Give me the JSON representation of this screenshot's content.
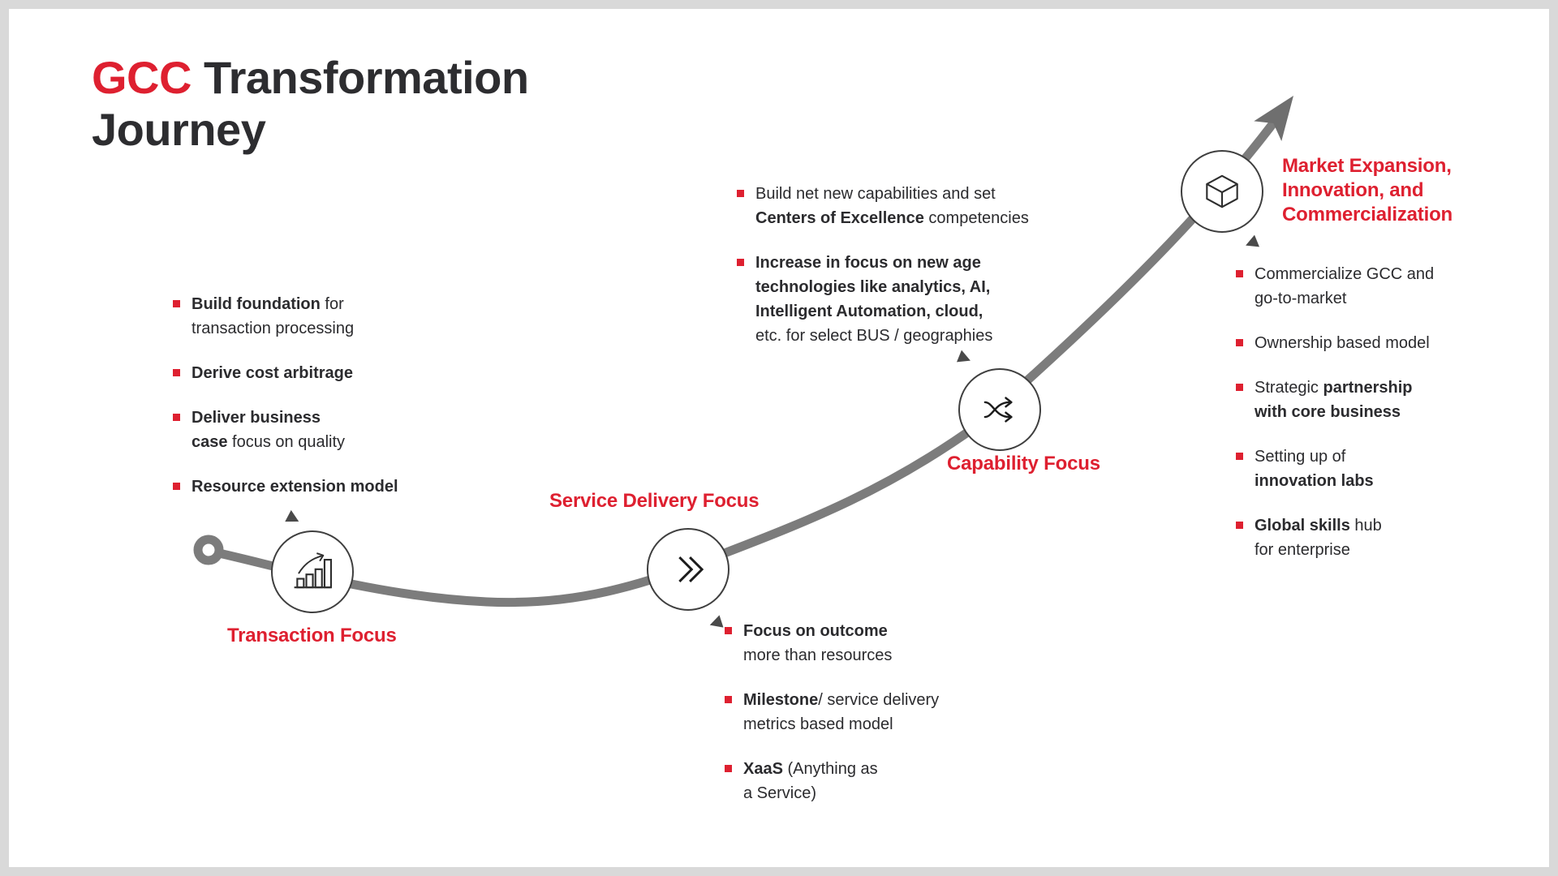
{
  "colors": {
    "accent_red": "#de2030",
    "text_dark": "#2b2b2e",
    "curve_gray": "#7c7c7c",
    "pointer_gray": "#4a4a4a",
    "frame_gray": "#d9d9d9",
    "canvas_white": "#ffffff"
  },
  "title": {
    "accent": "GCC",
    "rest": "Transformation",
    "line2": "Journey"
  },
  "stages": [
    {
      "key": "transaction-focus",
      "label": "Transaction Focus",
      "icon": "growth-bar-chart-icon",
      "bullets": [
        [
          [
            {
              "t": "Build foundation",
              "b": true
            },
            {
              "t": " for"
            }
          ],
          [
            {
              "t": "transaction processing"
            }
          ]
        ],
        [
          [
            {
              "t": "Derive cost arbitrage",
              "b": true
            }
          ]
        ],
        [
          [
            {
              "t": "Deliver business",
              "b": true
            }
          ],
          [
            {
              "t": "case",
              "b": true
            },
            {
              "t": " focus on quality"
            }
          ]
        ],
        [
          [
            {
              "t": "Resource extension model",
              "b": true
            }
          ]
        ]
      ]
    },
    {
      "key": "service-delivery-focus",
      "label": "Service Delivery Focus",
      "icon": "double-chevron-icon",
      "bullets": [
        [
          [
            {
              "t": "Focus on outcome",
              "b": true
            }
          ],
          [
            {
              "t": "more than resources"
            }
          ]
        ],
        [
          [
            {
              "t": "Milestone",
              "b": true
            },
            {
              "t": "/ service delivery"
            }
          ],
          [
            {
              "t": "metrics based model"
            }
          ]
        ],
        [
          [
            {
              "t": "XaaS",
              "b": true
            },
            {
              "t": " (Anything as"
            }
          ],
          [
            {
              "t": "a Service)"
            }
          ]
        ]
      ]
    },
    {
      "key": "capability-focus",
      "label": "Capability Focus",
      "icon": "shuffle-arrows-icon",
      "bullets": [
        [
          [
            {
              "t": "Build net new capabilities and set"
            }
          ],
          [
            {
              "t": "Centers of Excellence",
              "b": true
            },
            {
              "t": " competencies"
            }
          ]
        ],
        [
          [
            {
              "t": "Increase in focus on new age",
              "b": true
            }
          ],
          [
            {
              "t": "technologies like analytics, AI,",
              "b": true
            }
          ],
          [
            {
              "t": "Intelligent Automation, cloud,",
              "b": true
            }
          ],
          [
            {
              "t": "etc. for select BUS / geographies"
            }
          ]
        ]
      ]
    },
    {
      "key": "market-expansion",
      "label_lines": [
        "Market Expansion,",
        "Innovation, and",
        "Commercialization"
      ],
      "icon": "cube-icon",
      "bullets": [
        [
          [
            {
              "t": "Commercialize GCC and"
            }
          ],
          [
            {
              "t": "go-to-market"
            }
          ]
        ],
        [
          [
            {
              "t": "Ownership based model"
            }
          ]
        ],
        [
          [
            {
              "t": "Strategic "
            },
            {
              "t": "partnership",
              "b": true
            }
          ],
          [
            {
              "t": "with core business",
              "b": true
            }
          ]
        ],
        [
          [
            {
              "t": "Setting up of"
            }
          ],
          [
            {
              "t": "innovation labs",
              "b": true
            }
          ]
        ],
        [
          [
            {
              "t": "Global skills",
              "b": true
            },
            {
              "t": " hub"
            }
          ],
          [
            {
              "t": "for enterprise"
            }
          ]
        ]
      ]
    }
  ],
  "decor": {
    "curve": "journey-curve",
    "start": "start-ring-icon",
    "arrow": "arrowhead-icon",
    "pointers": "pointer-triangle-icon"
  }
}
